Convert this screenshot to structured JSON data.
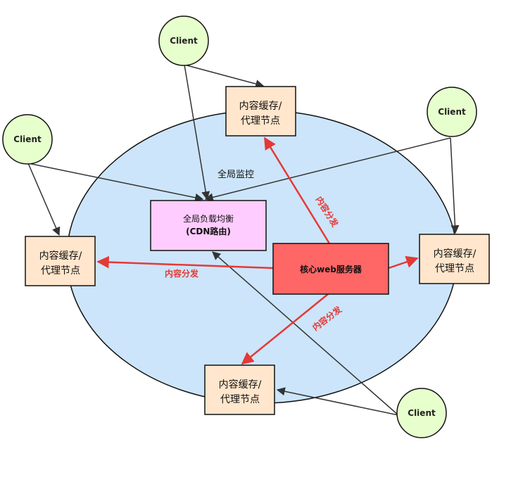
{
  "diagram": {
    "region_label": "全局监控",
    "gslb": {
      "line1": "全局负载均衡",
      "line2": "(CDN路由)"
    },
    "core": {
      "label": "核心web服务器"
    },
    "cache_nodes": [
      {
        "line1": "内容缓存/",
        "line2": "代理节点"
      },
      {
        "line1": "内容缓存/",
        "line2": "代理节点"
      },
      {
        "line1": "内容缓存/",
        "line2": "代理节点"
      },
      {
        "line1": "内容缓存/",
        "line2": "代理节点"
      }
    ],
    "clients": [
      {
        "label": "Client"
      },
      {
        "label": "Client"
      },
      {
        "label": "Client"
      },
      {
        "label": "Client"
      }
    ],
    "distribution_labels": [
      "内容分发",
      "内容分发",
      "内容分发"
    ],
    "colors": {
      "region_fill": "#cce5fb",
      "gslb_fill": "#ffccff",
      "core_fill": "#ff6666",
      "cache_fill": "#ffe6cc",
      "client_fill": "#e6ffcc",
      "distribution_arrow": "#e53935",
      "request_arrow": "#333333"
    }
  }
}
